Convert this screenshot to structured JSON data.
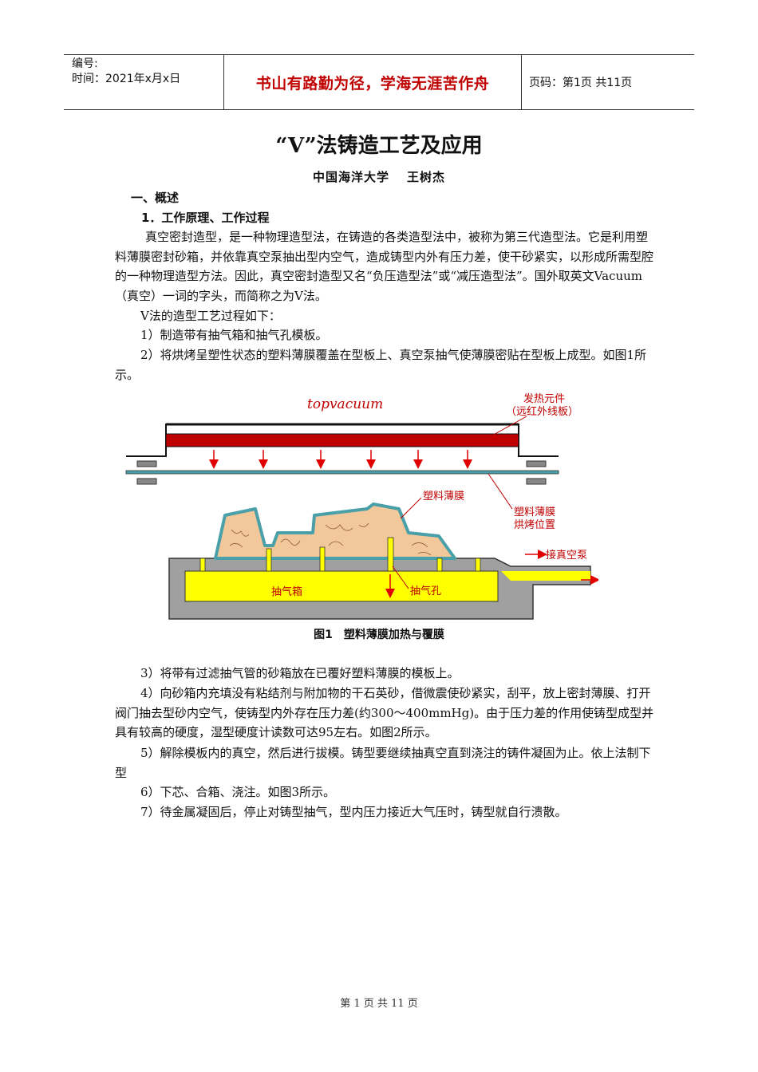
{
  "header": {
    "number_label": "编号:",
    "time_label": "时间：2021年x月x日",
    "motto": "书山有路勤为径，学海无涯苦作舟",
    "page_info": "页码：第1页  共11页"
  },
  "doc": {
    "title": "“V”法铸造工艺及应用",
    "author_org": "中国海洋大学",
    "author_name": "王树杰",
    "section1": "一、概述",
    "subsection1": "1．工作原理、工作过程",
    "para1": "真空密封造型，是一种物理造型法，在铸造的各类造型法中，被称为第三代造型法。它是利用塑料薄膜密封砂箱，并依靠真空泵抽出型内空气，造成铸型内外有压力差，使干砂紧实，以形成所需型腔的一种物理造型方法。因此，真空密封造型又名“负压造型法”或“减压造型法”。国外取英文Vacuum（真空）一词的字头，而简称之为V法。",
    "para2": "V法的造型工艺过程如下：",
    "step1": "1）制造带有抽气箱和抽气孔模板。",
    "step2": "2）将烘烤呈塑性状态的塑料薄膜覆盖在型板上、真空泵抽气使薄膜密贴在型板上成型。如图1所示。",
    "step3": "3）将带有过滤抽气管的砂箱放在已覆好塑料薄膜的模板上。",
    "step4": "4）向砂箱内充填没有粘结剂与附加物的干石英砂，借微震使砂紧实，刮平，放上密封薄膜、打开阀门抽去型砂内空气，使铸型内外存在压力差(约300～400mmHg)。由于压力差的作用使铸型成型并具有较高的硬度，湿型硬度计读数可达95左右。如图2所示。",
    "step5": "5）解除模板内的真空，然后进行拔模。铸型要继续抽真空直到浇注的铸件凝固为止。依上法制下型",
    "step6": "6）下芯、合箱、浇注。如图3所示。",
    "step7": "7）待金属凝固后，停止对铸型抽气，型内压力接近大气压时，铸型就自行溃散。"
  },
  "figure": {
    "label_top": "topvacuum",
    "heater_label": "发热元件",
    "heater_sub": "（远红外线板）",
    "film_label": "塑料薄膜",
    "film_heat_1": "塑料薄膜",
    "film_heat_2": "烘烤位置",
    "vacuum_label": "接真空泵",
    "box_label": "抽气箱",
    "hole_label": "抽气孔",
    "caption_num": "图1",
    "caption_text": "塑料薄膜加热与覆膜",
    "colors": {
      "heater": "#c00000",
      "film": "#4aa0a8",
      "sand": "#f2c79a",
      "box": "#ffff00",
      "plate": "#a0a0a0",
      "arrow": "#e00000"
    }
  },
  "footer": {
    "text": "第 1 页 共 11 页"
  }
}
